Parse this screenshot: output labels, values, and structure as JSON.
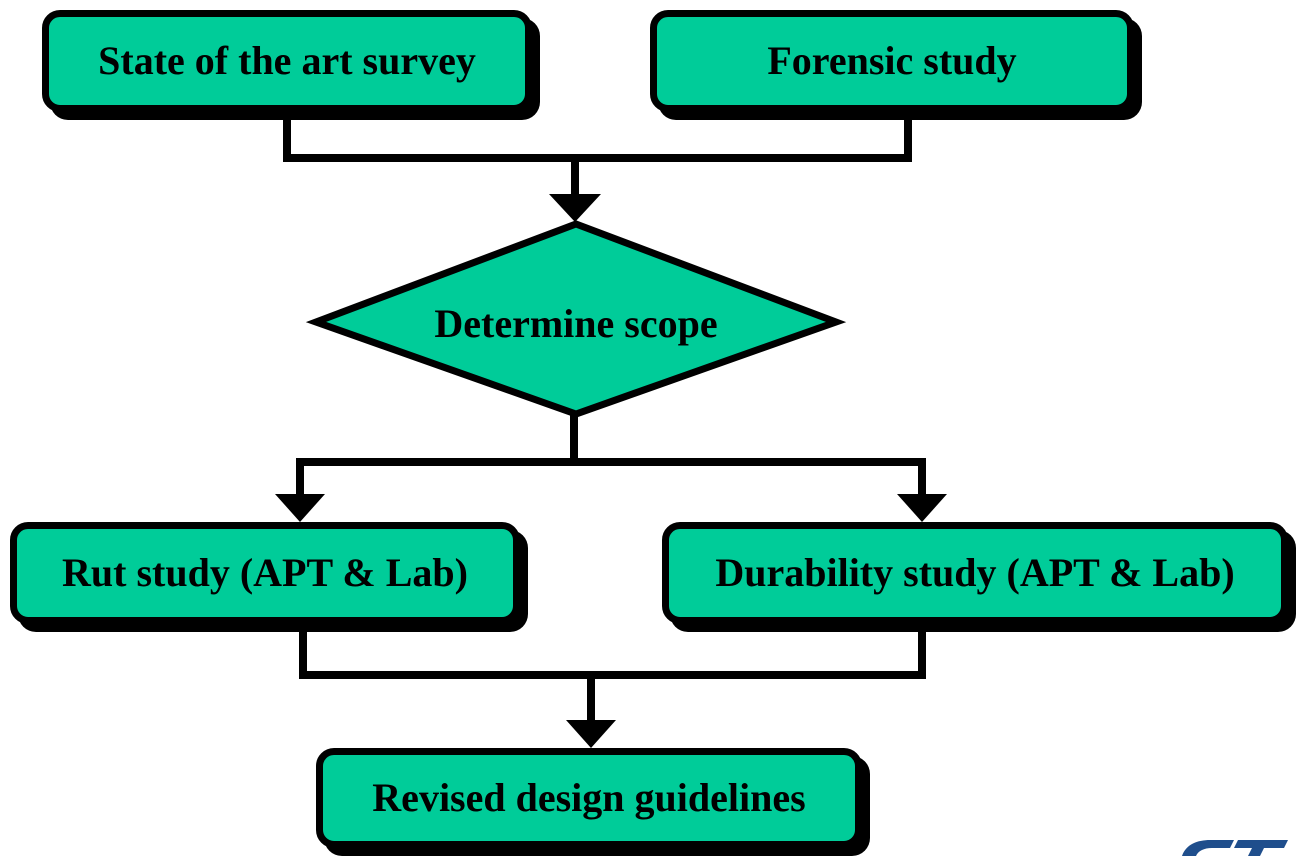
{
  "colors": {
    "node_fill": "#00cc99",
    "outline": "#000000",
    "background": "#ffffff",
    "logo_mark": "#1f4e8c"
  },
  "nodes": {
    "state_of_the_art": "State of the art survey",
    "forensic": "Forensic study",
    "determine_scope": "Determine scope",
    "rut_study": "Rut study (APT & Lab)",
    "durability_study": "Durability study (APT & Lab)",
    "revised_guidelines": "Revised design guidelines"
  },
  "logo": {
    "icon": "logo-mark-icon"
  }
}
